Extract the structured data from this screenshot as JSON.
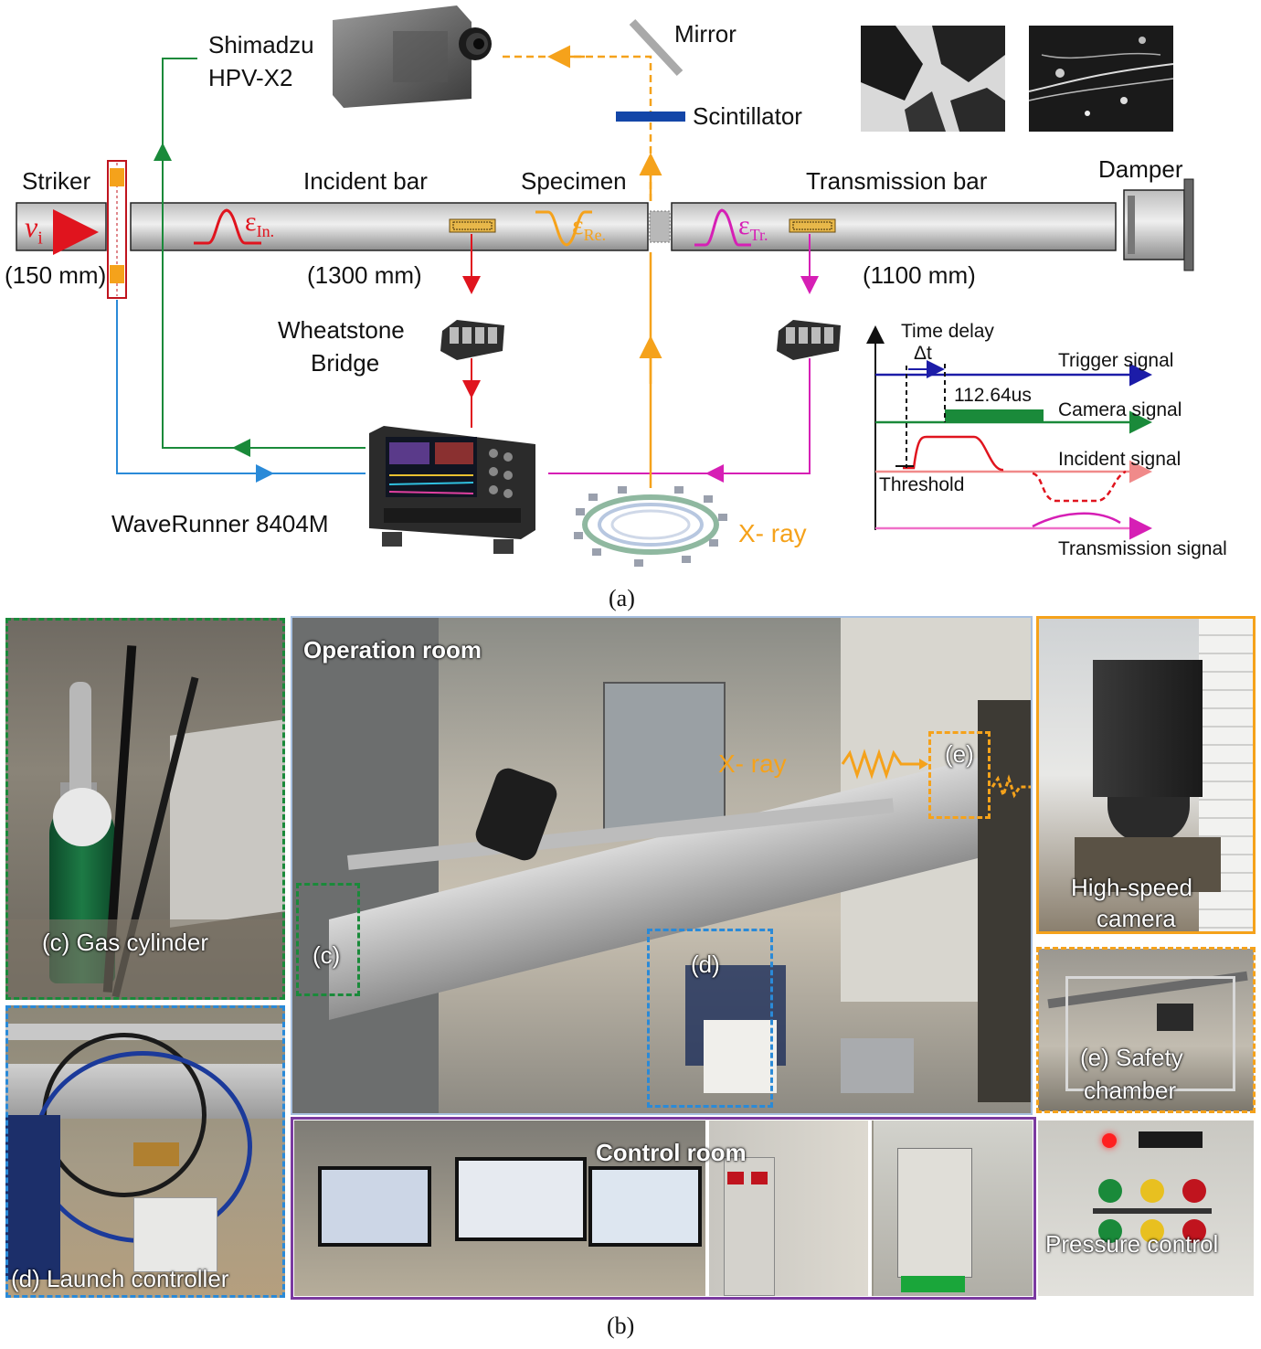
{
  "panel_a": {
    "caption": "(a)",
    "striker": {
      "label": "Striker",
      "velocity_symbol": "v",
      "velocity_subscript": "i",
      "length": "(150 mm)"
    },
    "incident_bar": {
      "label": "Incident bar",
      "length": "(1300 mm)",
      "strain": "ε",
      "strain_sub": "In."
    },
    "specimen": {
      "label": "Specimen",
      "strain": "ε",
      "strain_sub": "Re."
    },
    "transmission_bar": {
      "label": "Transmission bar",
      "length": "(1100 mm)",
      "strain": "ε",
      "strain_sub": "Tr."
    },
    "damper": "Damper",
    "camera": {
      "line1": "Shimadzu",
      "line2": "HPV-X2"
    },
    "mirror": "Mirror",
    "scintillator": "Scintillator",
    "wheatstone": {
      "line1": "Wheatstone",
      "line2": "Bridge"
    },
    "oscilloscope": "WaveRunner 8404M",
    "xray": "X- ray",
    "timing": {
      "time_delay": "Time delay",
      "delta_t": "Δt",
      "duration": "112.64us",
      "threshold": "Threshold",
      "signals": [
        "Trigger signal",
        "Camera signal",
        "Incident signal",
        "Transmission signal"
      ]
    }
  },
  "panel_b": {
    "caption": "(b)",
    "gas_cylinder": "(c) Gas cylinder",
    "launch_controller": "(d) Launch controller",
    "operation_room": "Operation room",
    "xray": "X- ray",
    "marker_c": "(c)",
    "marker_d": "(d)",
    "marker_e": "(e)",
    "high_speed_camera": {
      "line1": "High-speed",
      "line2": "camera"
    },
    "safety_chamber": {
      "line1": "(e) Safety",
      "line2": "chamber"
    },
    "control_room": "Control room",
    "pressure_control": "Pressure control"
  },
  "colors": {
    "green": "#1a8a3a",
    "blue": "#2a8ad8",
    "red": "#e0141e",
    "orange": "#f5a21b",
    "magenta": "#d61fb5",
    "navy": "#1c1ca8",
    "purple": "#7b3aa0"
  }
}
